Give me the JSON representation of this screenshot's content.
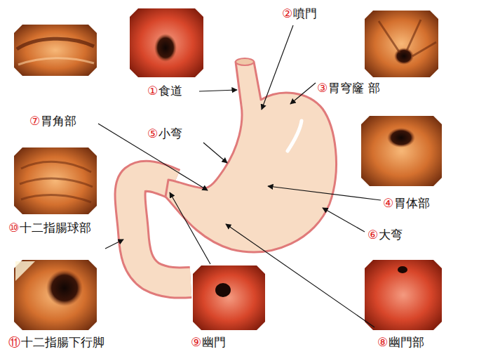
{
  "diagram": {
    "labels": [
      "①",
      "食道",
      "②",
      "噴門",
      "③",
      "胃穹窿 部",
      "④",
      "胃体部",
      "⑤",
      "小弯",
      "⑥",
      "大弯",
      "⑦",
      "胃角部",
      "⑧",
      "幽門部",
      "⑨",
      "幽門",
      "⑩",
      "十二指腸球部",
      "⑪",
      "十二指腸下行脚"
    ]
  }
}
